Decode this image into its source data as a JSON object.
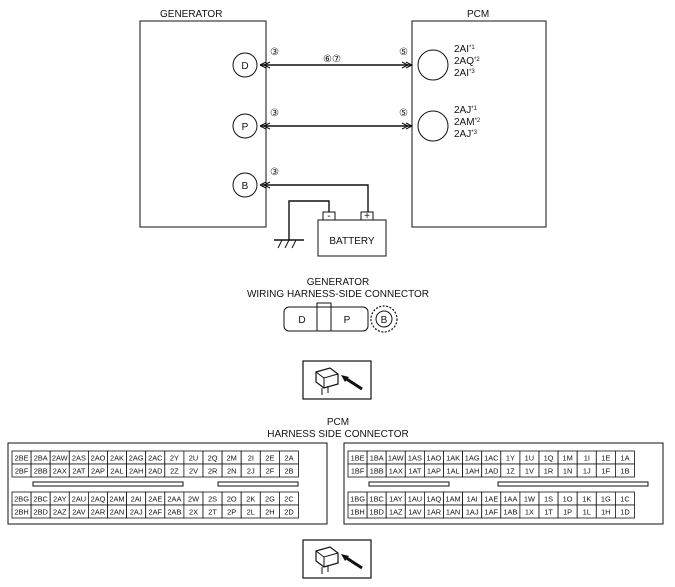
{
  "generator": {
    "title": "GENERATOR",
    "terminals": [
      "D",
      "P",
      "B"
    ],
    "circuit_numbers": [
      "③",
      "③",
      "③"
    ]
  },
  "pcm": {
    "title": "PCM",
    "terminal_d_labels": [
      "2AI",
      "2AQ",
      "2AI"
    ],
    "terminal_d_notes": [
      "*1",
      "*2",
      "*3"
    ],
    "terminal_p_labels": [
      "2AJ",
      "2AM",
      "2AJ"
    ],
    "terminal_p_notes": [
      "*1",
      "*2",
      "*3"
    ],
    "circuit_numbers": [
      "⑤",
      "⑤"
    ]
  },
  "wire_d_label": "⑥⑦",
  "battery": {
    "label": "BATTERY",
    "minus": "-",
    "plus": "+"
  },
  "generator_connector": {
    "title_line1": "GENERATOR",
    "title_line2": "WIRING HARNESS-SIDE CONNECTOR",
    "pins": [
      "D",
      "P",
      "B"
    ]
  },
  "pcm_connector": {
    "title_line1": "PCM",
    "title_line2": "HARNESS SIDE CONNECTOR",
    "left_upper": [
      [
        "2BE",
        "2BA",
        "2AW",
        "2AS",
        "2AO",
        "2AK",
        "2AG",
        "2AC",
        "2Y",
        "2U",
        "2Q",
        "2M",
        "2I",
        "2E",
        "2A"
      ],
      [
        "2BF",
        "2BB",
        "2AX",
        "2AT",
        "2AP",
        "2AL",
        "2AH",
        "2AD",
        "2Z",
        "2V",
        "2R",
        "2N",
        "2J",
        "2F",
        "2B"
      ]
    ],
    "left_lower": [
      [
        "2BG",
        "2BC",
        "2AY",
        "2AU",
        "2AQ",
        "2AM",
        "2AI",
        "2AE",
        "2AA",
        "2W",
        "2S",
        "2O",
        "2K",
        "2G",
        "2C"
      ],
      [
        "2BH",
        "2BD",
        "2AZ",
        "2AV",
        "2AR",
        "2AN",
        "2AJ",
        "2AF",
        "2AB",
        "2X",
        "2T",
        "2P",
        "2L",
        "2H",
        "2D"
      ]
    ],
    "right_upper": [
      [
        "1BE",
        "1BA",
        "1AW",
        "1AS",
        "1AO",
        "1AK",
        "1AG",
        "1AC",
        "1Y",
        "1U",
        "1Q",
        "1M",
        "1I",
        "1E",
        "1A"
      ],
      [
        "1BF",
        "1BB",
        "1AX",
        "1AT",
        "1AP",
        "1AL",
        "1AH",
        "1AD",
        "1Z",
        "1V",
        "1R",
        "1N",
        "1J",
        "1F",
        "1B"
      ]
    ],
    "right_lower": [
      [
        "1BG",
        "1BC",
        "1AY",
        "1AU",
        "1AQ",
        "1AM",
        "1AI",
        "1AE",
        "1AA",
        "1W",
        "1S",
        "1O",
        "1K",
        "1G",
        "1C"
      ],
      [
        "1BH",
        "1BD",
        "1AZ",
        "1AV",
        "1AR",
        "1AN",
        "1AJ",
        "1AF",
        "1AB",
        "1X",
        "1T",
        "1P",
        "1L",
        "1H",
        "1D"
      ]
    ]
  }
}
